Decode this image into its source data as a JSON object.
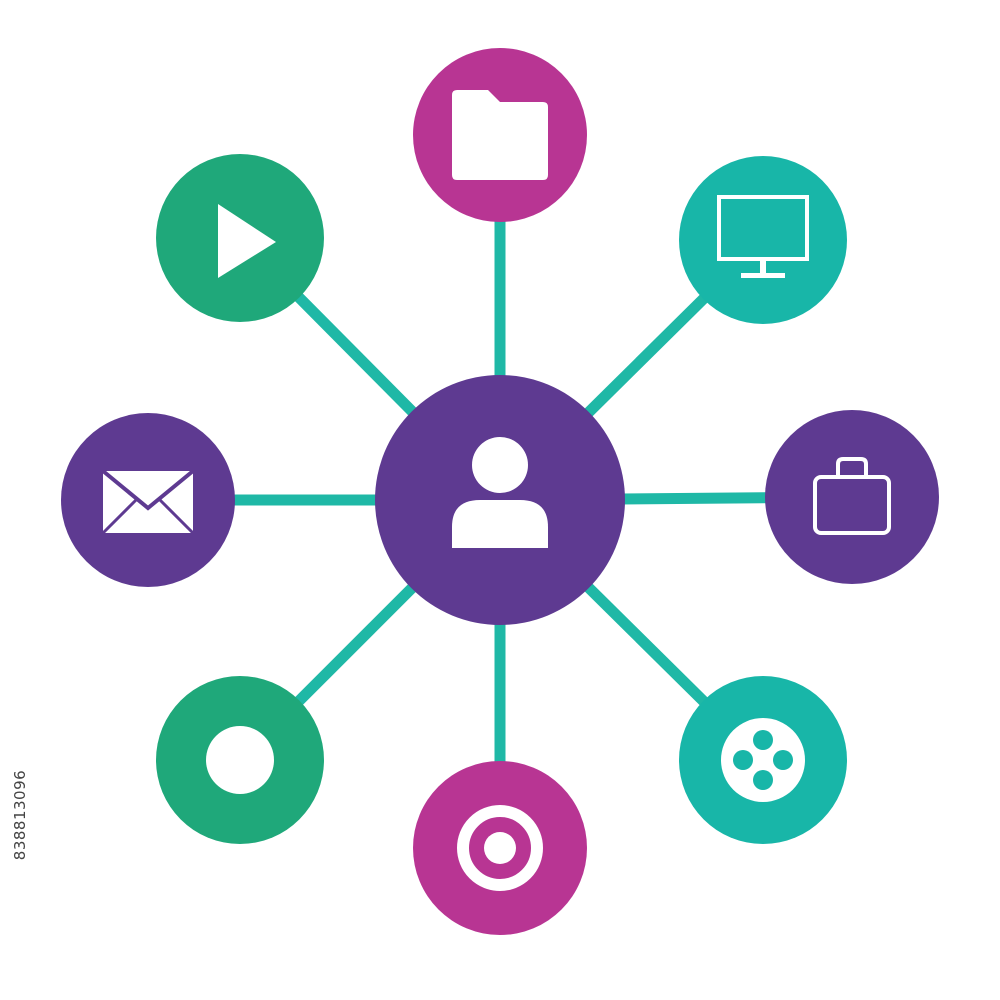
{
  "colors": {
    "background": "#ffffff",
    "connector": "#1fb8a6",
    "hub": "#5e3a91",
    "purple": "#5e3a91",
    "magenta": "#b83593",
    "green": "#1fa87a",
    "teal": "#18b6a8",
    "icon": "#ffffff"
  },
  "hub": {
    "icon": "user-icon",
    "color": "purple"
  },
  "nodes": [
    {
      "name": "folder-node",
      "icon": "folder-icon",
      "color": "magenta"
    },
    {
      "name": "monitor-node",
      "icon": "monitor-icon",
      "color": "teal"
    },
    {
      "name": "briefcase-node",
      "icon": "briefcase-icon",
      "color": "purple"
    },
    {
      "name": "gamepad-node",
      "icon": "gamepad-icon",
      "color": "teal"
    },
    {
      "name": "target-node",
      "icon": "target-icon",
      "color": "magenta"
    },
    {
      "name": "ring-node",
      "icon": "ring-icon",
      "color": "green"
    },
    {
      "name": "mail-node",
      "icon": "mail-icon",
      "color": "purple"
    },
    {
      "name": "play-node",
      "icon": "play-icon",
      "color": "green"
    }
  ],
  "stock_id": "838813096"
}
